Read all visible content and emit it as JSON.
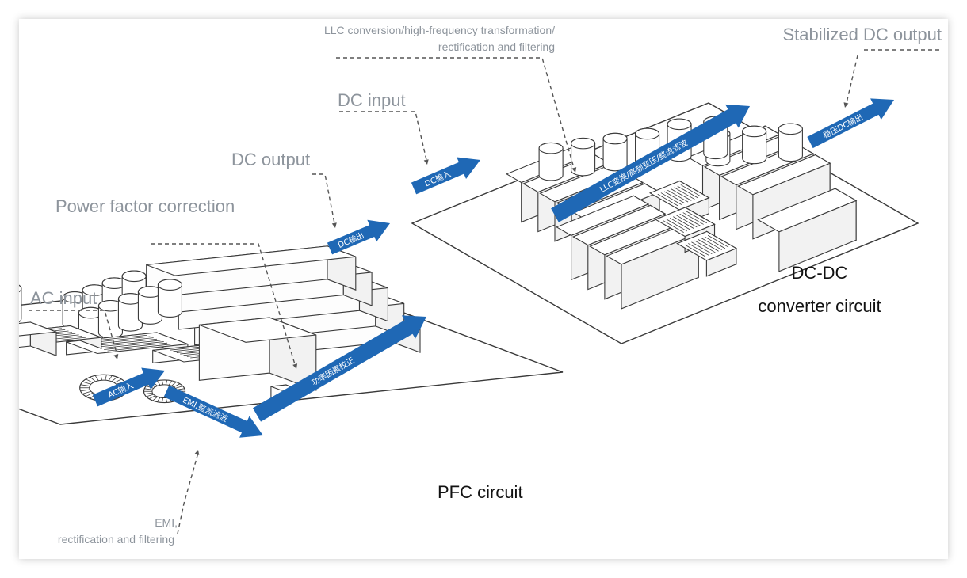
{
  "labels": {
    "ac_input": "AC input",
    "emi_line1": "EMI,",
    "emi_line2": "rectification and filtering",
    "pfc_label": "Power factor correction",
    "pfc_dc_output": "DC output",
    "dc_input": "DC input",
    "llc_line1": "LLC conversion/high-frequency transformation/",
    "llc_line2": "rectification and filtering",
    "stabilized_output": "Stabilized DC output",
    "pfc_circuit": "PFC circuit",
    "dcdc_line1": "DC-DC",
    "dcdc_line2": "converter circuit"
  },
  "arrow_text": {
    "ac_in": "AC输入",
    "emi": "EMI,整流滤波",
    "pfc": "功率因素校正",
    "pfc_dc_out": "DC输出",
    "dc_in": "DC输入",
    "llc": "LLC变换/高频变压/整流滤波",
    "stab": "稳压DC输出"
  },
  "colors": {
    "arrow": "#1f68b5",
    "arrow_text": "#ffffff",
    "outline": "#3a3a3a",
    "label_gray": "#8d949c",
    "label_dark": "#111111"
  }
}
